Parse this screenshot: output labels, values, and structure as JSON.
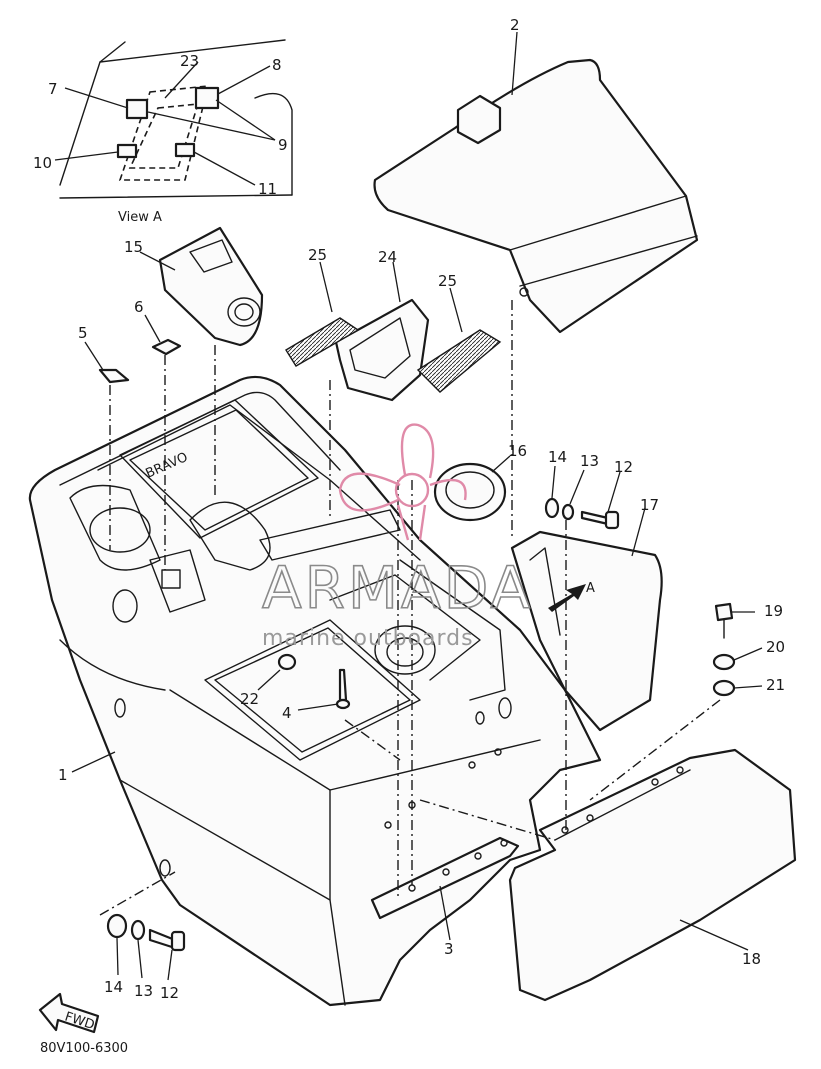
{
  "diagram": {
    "view_label": "View A",
    "drawing_code": "80V100-6300",
    "embossed_text": "BRAVO",
    "arrow_label": "A",
    "fwd_label": "FWD",
    "callouts": {
      "c1": "1",
      "c2": "2",
      "c3": "3",
      "c4": "4",
      "c5": "5",
      "c6": "6",
      "c7": "7",
      "c8": "8",
      "c9": "9",
      "c10": "10",
      "c11": "11",
      "c12": "12",
      "c13": "13",
      "c14": "14",
      "c15": "15",
      "c16": "16",
      "c17": "17",
      "c18": "18",
      "c19": "19",
      "c20": "20",
      "c21": "21",
      "c22": "22",
      "c23": "23",
      "c24": "24",
      "c25": "25"
    }
  },
  "watermark": {
    "brand": "ARMADA",
    "tagline": "marine outboards",
    "logo_color": "#e08aa8"
  }
}
